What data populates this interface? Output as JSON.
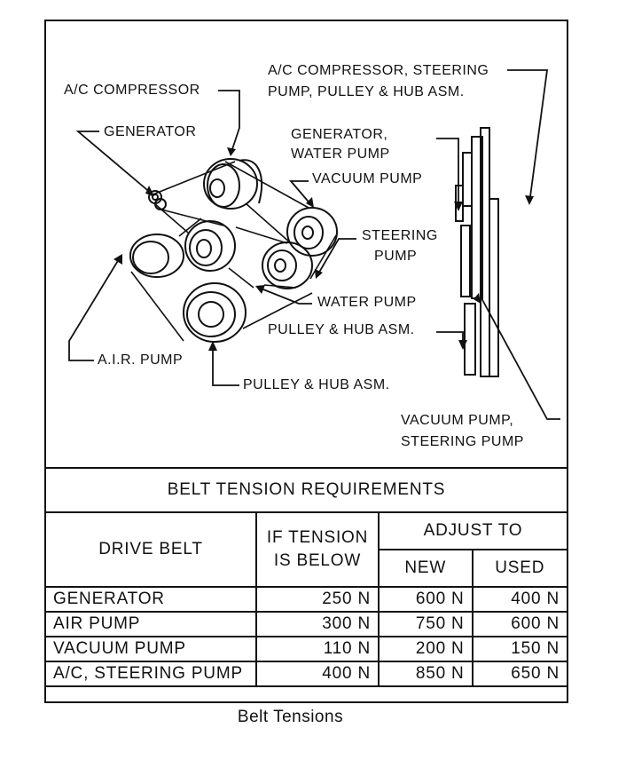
{
  "diagram": {
    "labels": {
      "ac_steering_assembly": [
        "A/C COMPRESSOR, STEERING",
        "PUMP,  PULLEY & HUB ASM."
      ],
      "ac_compressor": "A/C COMPRESSOR",
      "generator": "GENERATOR",
      "generator_water_pump": [
        "GENERATOR,",
        "WATER PUMP"
      ],
      "vacuum_pump": "VACUUM PUMP",
      "steering_pump": [
        "STEERING",
        "PUMP"
      ],
      "water_pump": "WATER PUMP",
      "pulley_hub_side": "PULLEY & HUB ASM.",
      "air_pump": "A.I.R. PUMP",
      "pulley_hub_bottom": "PULLEY & HUB ASM.",
      "vacuum_steering": [
        "VACUUM PUMP,",
        "STEERING PUMP"
      ]
    }
  },
  "table": {
    "title": "BELT TENSION REQUIREMENTS",
    "headers": {
      "drive_belt": "DRIVE BELT",
      "if_tension": [
        "IF TENSION",
        "IS BELOW"
      ],
      "adjust_to": "ADJUST TO",
      "new": "NEW",
      "used": "USED"
    },
    "rows": [
      {
        "belt": "GENERATOR",
        "below": "250 N",
        "new": "600 N",
        "used": "400 N"
      },
      {
        "belt": "AIR PUMP",
        "below": "300 N",
        "new": "750 N",
        "used": "600 N"
      },
      {
        "belt": "VACUUM PUMP",
        "below": "110 N",
        "new": "200 N",
        "used": "150 N"
      },
      {
        "belt": "A/C, STEERING PUMP",
        "below": "400 N",
        "new": "850 N",
        "used": "650 N"
      }
    ]
  },
  "caption": "Belt Tensions"
}
